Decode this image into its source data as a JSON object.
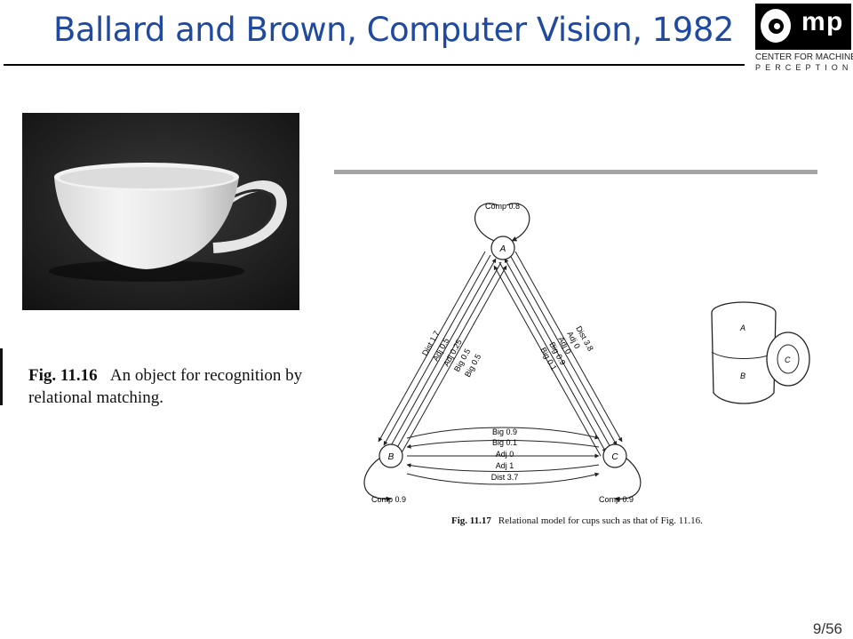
{
  "title": "Ballard and Brown, Computer Vision, 1982",
  "logo": {
    "letters_m": "m",
    "letters_p": "p",
    "line1": "CENTER FOR MACHINE",
    "line2": "PERCEPTION"
  },
  "fig16": {
    "number": "Fig.  11.16",
    "text": "An object for recognition by relational matching."
  },
  "fig17": {
    "number": "Fig.  11.17",
    "text": "Relational model for cups such as that of Fig. 11.16."
  },
  "diagram": {
    "nodes": {
      "a": "A",
      "b": "B",
      "c": "C"
    },
    "self_loops": {
      "a": "Comp 0.8",
      "b": "Comp 0.9",
      "c": "Comp 0.9"
    },
    "edge_ab": [
      "Dist 1.7",
      "Adj 0.5",
      "Adj 0.25",
      "Big 0.5",
      "Big 0.5"
    ],
    "edge_ac": [
      "Dist 3.8",
      "Adj 0",
      "Adj 0",
      "Big 0.9",
      "Big 0.1"
    ],
    "edge_bc": [
      "Big 0.9",
      "Big 0.1",
      "Adj 0",
      "Adj 1",
      "Dist 3.7"
    ]
  },
  "sketch": {
    "a": "A",
    "b": "B",
    "c": "C"
  },
  "page": "9/56"
}
